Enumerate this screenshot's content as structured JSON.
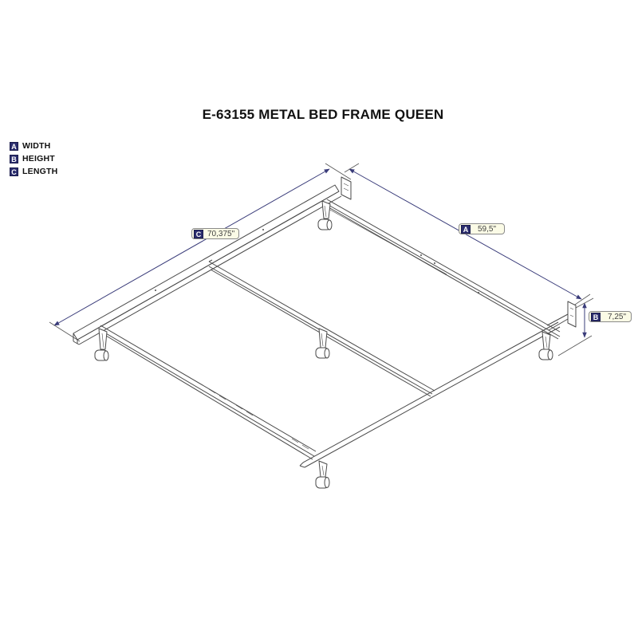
{
  "title": "E-63155 METAL BED FRAME QUEEN",
  "legend": {
    "items": [
      {
        "key": "A",
        "label": "WIDTH"
      },
      {
        "key": "B",
        "label": "HEIGHT"
      },
      {
        "key": "C",
        "label": "LENGTH"
      }
    ]
  },
  "dimensions": {
    "width": {
      "key": "A",
      "value": "59,5\""
    },
    "height": {
      "key": "B",
      "value": "7,25\""
    },
    "length": {
      "key": "C",
      "value": "70,375\""
    }
  },
  "colors": {
    "badge": "#2b2d6e",
    "dimension_line": "#3a3c7a",
    "label_fill": "#fbfbe6",
    "frame_line": "#4a4a4a"
  },
  "drawing": {
    "components": [
      "side-rail-left",
      "side-rail-right",
      "head-crossbar",
      "center-crossbar",
      "foot-crossbar",
      "headboard-bracket-left",
      "headboard-bracket-right",
      "caster-1",
      "caster-2",
      "caster-3",
      "caster-4",
      "caster-5"
    ]
  }
}
